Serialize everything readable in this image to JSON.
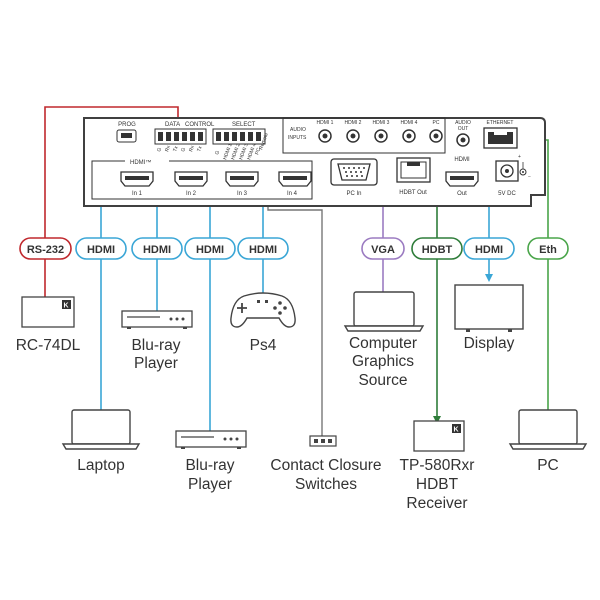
{
  "colors": {
    "panel_stroke": "#404040",
    "hdmi": "#3aa6d6",
    "vga": "#9b7bc1",
    "rs232": "#c0282d",
    "hdbt": "#2f7d3a",
    "eth": "#4aa54a",
    "gray": "#777777"
  },
  "panel": {
    "prog": "PROG",
    "data": "DATA",
    "control": "CONTROL",
    "select": "SELECT",
    "data_pins": [
      "G",
      "Rx",
      "Tx",
      "G",
      "Rx",
      "Tx"
    ],
    "select_pins": [
      "G",
      "HDMI 1",
      "HDMI 2",
      "HDMI 3",
      "HDMI 4",
      "PC"
    ],
    "remote": "Remote",
    "audio_inputs_1": "AUDIO",
    "audio_inputs_2": "INPUTS",
    "audio_jacks": [
      "HDMI 1",
      "HDMI 2",
      "HDMI 3",
      "HDMI 4",
      "PC"
    ],
    "audio_out_1": "AUDIO",
    "audio_out_2": "OUT",
    "ethernet": "ETHERNET",
    "hdmi_group": "HDMI™",
    "inputs": [
      "In 1",
      "In 2",
      "In 3",
      "In 4"
    ],
    "pc_in": "PC In",
    "hdbt_out": "HDBT Out",
    "hdmi_out_label": "HDMI",
    "out": "Out",
    "power": "5V DC",
    "plus": "+",
    "minus": "−"
  },
  "connections": {
    "rs232": "RS-232",
    "hdmi": "HDMI",
    "vga": "VGA",
    "hdbt": "HDBT",
    "eth": "Eth"
  },
  "devices": {
    "rc74dl": "RC-74DL",
    "bluray_top_1": "Blu-ray",
    "bluray_top_2": "Player",
    "ps4": "Ps4",
    "computer_1": "Computer",
    "computer_2": "Graphics",
    "computer_3": "Source",
    "display": "Display",
    "laptop": "Laptop",
    "bluray_bottom_1": "Blu-ray",
    "bluray_bottom_2": "Player",
    "contact_1": "Contact Closure",
    "contact_2": "Switches",
    "receiver_1": "TP-580Rxr",
    "receiver_2": "HDBT",
    "receiver_3": "Receiver",
    "pc": "PC"
  }
}
